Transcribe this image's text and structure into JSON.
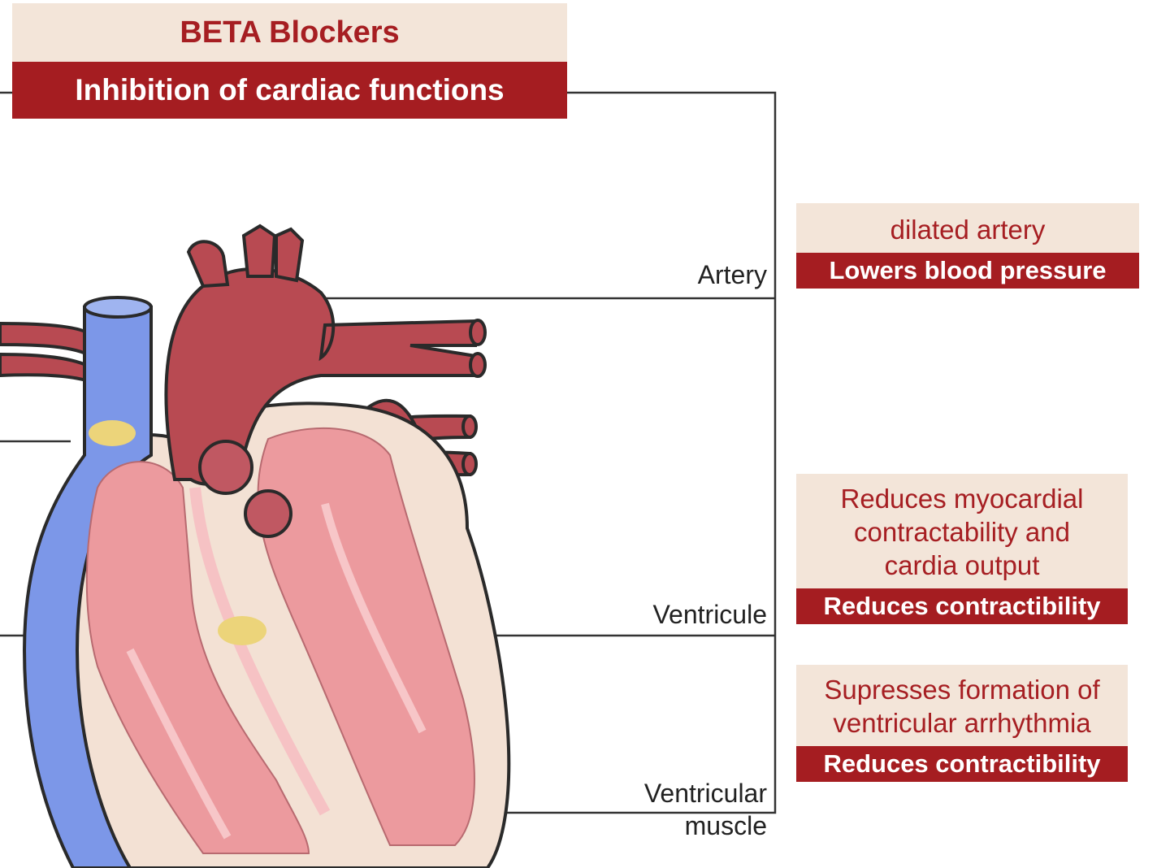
{
  "header": {
    "title": "BETA Blockers",
    "subtitle": "Inhibition of cardiac functions"
  },
  "labels": {
    "artery": "Artery",
    "ventricule": "Ventricule",
    "ventricular_muscle_line1": "Ventricular",
    "ventricular_muscle_line2": "muscle"
  },
  "effects": {
    "artery": {
      "description": "dilated artery",
      "result": "Lowers blood pressure"
    },
    "ventricule": {
      "description_lines": [
        "Reduces myocardial",
        "contractability and",
        "cardia output"
      ],
      "result": "Reduces contractibility"
    },
    "muscle": {
      "description_lines": [
        "Supresses formation of",
        "ventricular arrhythmia"
      ],
      "result": "Reduces contractibility"
    }
  },
  "colors": {
    "brand_red": "#a51d21",
    "panel_beige": "#f3e5d9",
    "heart_red": "#b84a52",
    "chamber_pink": "#ec9a9e",
    "vein_blue": "#7c97e8",
    "node_yellow": "#ecd47a"
  }
}
